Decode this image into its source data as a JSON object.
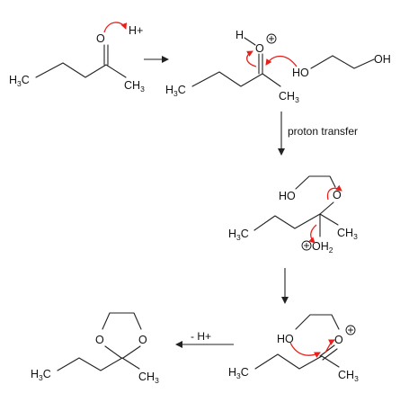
{
  "labels": {
    "h3c": "H",
    "h3c_c": "C",
    "ch3_c": "CH",
    "three": "3",
    "o": "O",
    "oh": "OH",
    "ho": "HO",
    "h": "H",
    "h_plus": "H+",
    "oh2_o": "OH",
    "oh2_two": "2",
    "h_plus_lost": "- H+"
  },
  "steps": {
    "proton_transfer": "proton transfer"
  },
  "colors": {
    "curly_arrow": "#e8201c",
    "bond": "#222222"
  }
}
